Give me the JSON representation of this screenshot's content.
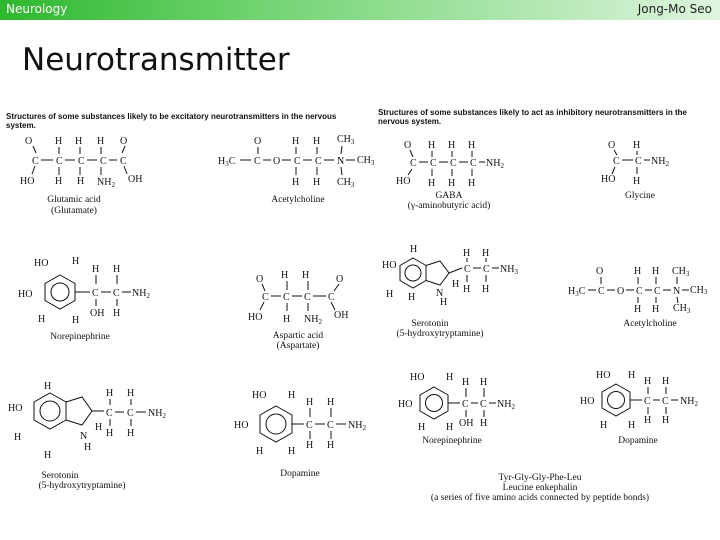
{
  "header": {
    "course": "Neurology",
    "author": "Jong-Mo Seo"
  },
  "title": "Neurotransmitter",
  "captions": {
    "excitatory": "Structures of some substances likely to be excitatory neurotransmitters in the nervous system.",
    "inhibitory": "Structures of some substances likely to act as inhibitory neurotransmitters in the nervous system."
  },
  "molecules": {
    "glutamate": {
      "name": "Glutamic acid",
      "alt": "(Glutamate)"
    },
    "acetylcholine": {
      "name": "Acetylcholine"
    },
    "gaba": {
      "name": "GABA",
      "alt": "(γ-aminobutyric acid)"
    },
    "glycine": {
      "name": "Glycine"
    },
    "norepinephrine": {
      "name": "Norepinephrine"
    },
    "aspartate": {
      "name": "Aspartic acid",
      "alt": "(Aspartate)"
    },
    "serotonin": {
      "name": "Serotonin",
      "alt": "(5-hydroxytryptamine)"
    },
    "acetylcholine2": {
      "name": "Acetylcholine"
    },
    "serotonin2": {
      "name": "Serotonin",
      "alt": "(5-hydroxytryptamine)"
    },
    "dopamine": {
      "name": "Dopamine"
    },
    "norepinephrine2": {
      "name": "Norepinephrine"
    },
    "dopamine2": {
      "name": "Dopamine"
    },
    "enkephalin": {
      "name": "Tyr-Gly-Gly-Phe-Leu",
      "alt": "Leucine enkephalin",
      "note": "(a series of five amino acids connected by peptide bonds)"
    }
  }
}
